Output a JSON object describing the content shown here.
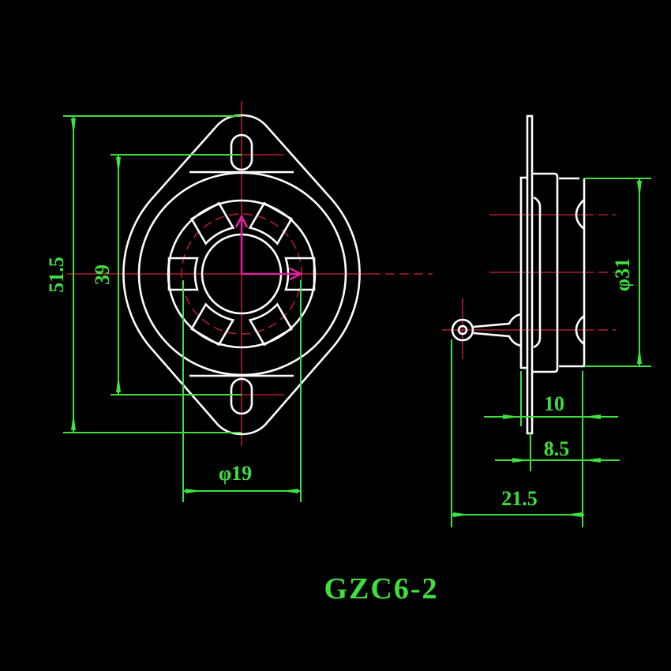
{
  "drawing": {
    "title": "GZC6-2",
    "front_view": {
      "dim_overall_height": "51.5",
      "dim_mounting_holes": "39",
      "dim_center_hole": "φ19"
    },
    "side_view": {
      "dim_body_diameter": "φ31",
      "dim_depth_10": "10",
      "dim_depth_8_5": "8.5",
      "dim_total_depth": "21.5"
    }
  },
  "colors": {
    "background": "#000000",
    "outline": "#ffffff",
    "dimension": "#3ee03e",
    "centerline": "#b01c34",
    "axis_marker": "#e0209a"
  }
}
